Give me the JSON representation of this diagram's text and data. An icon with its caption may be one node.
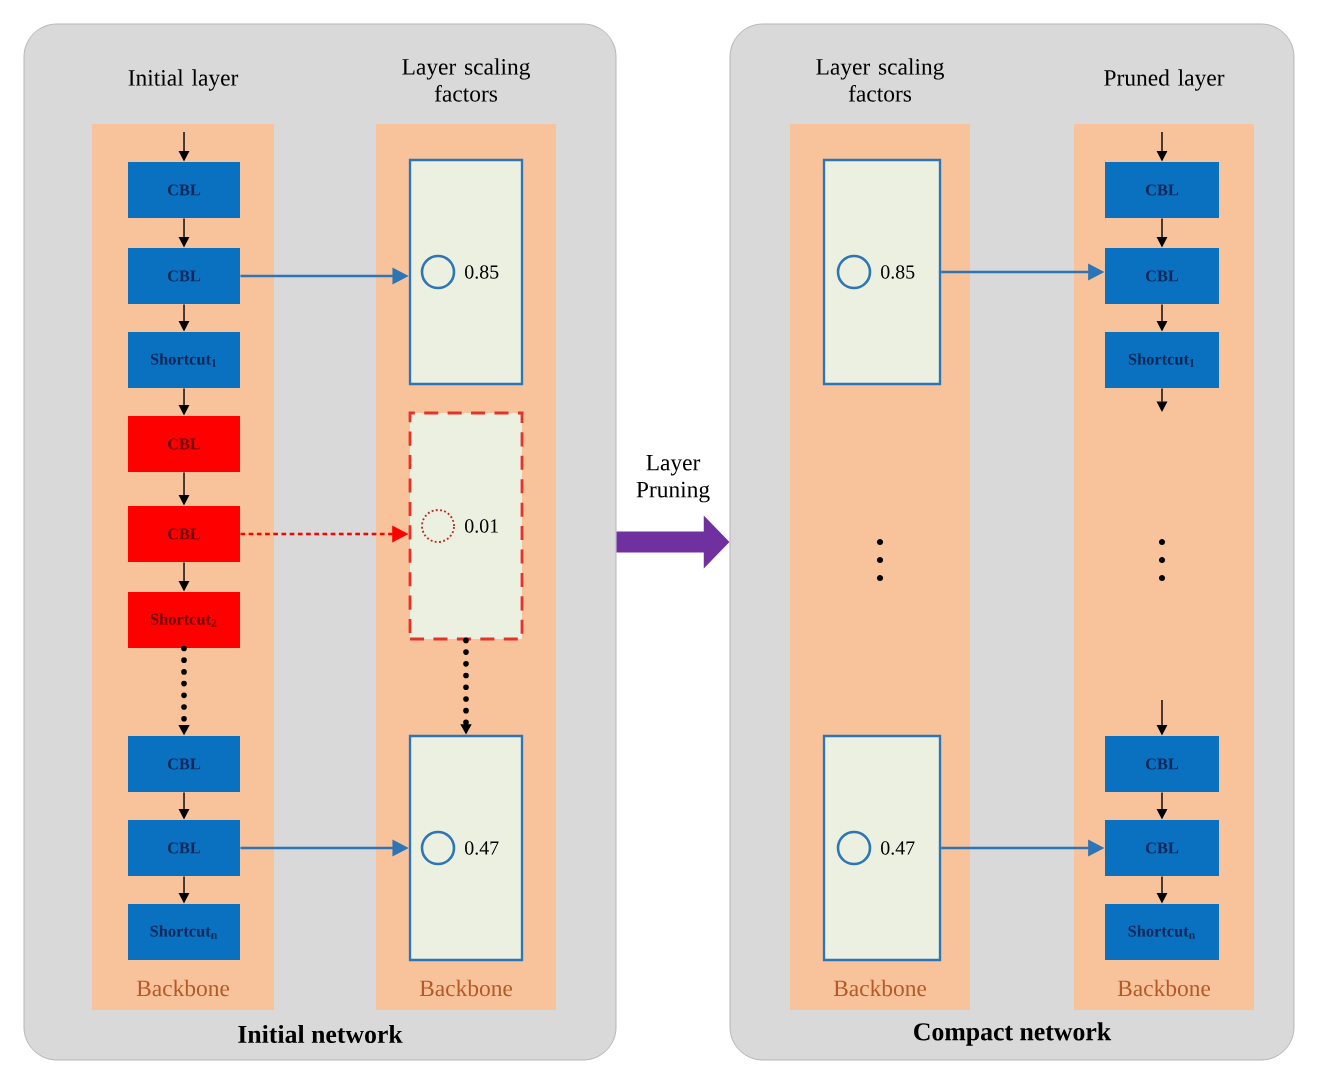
{
  "diagram": {
    "nodes": [
      {
        "text": [
          "Initial network"
        ]
      },
      {
        "text": [
          "Initial layer",
          "Backbone"
        ],
        "in": 0
      },
      {
        "text": [
          "Layer scaling factors",
          "Backbone"
        ],
        "in": 0
      },
      {
        "text": [
          "CBL"
        ],
        "in": 1
      },
      {
        "text": [
          "CBL"
        ],
        "in": 1
      },
      {
        "text": [
          "Shortcut$_{1}$"
        ],
        "in": 1
      },
      {
        "text": [
          "CBL"
        ],
        "in": 1
      },
      {
        "text": [
          "CBL"
        ],
        "in": 1
      },
      {
        "text": [
          "Shortcut$_{2}$"
        ],
        "in": 1
      },
      {
        "text": [
          "CBL"
        ],
        "in": 1
      },
      {
        "text": [
          "CBL"
        ],
        "in": 1
      },
      {
        "text": [
          "Shortcut$_{n}$"
        ],
        "in": 1
      },
      {
        "text": [
          "0.85"
        ],
        "in": 2
      },
      {
        "text": [
          "0.01"
        ],
        "in": 2
      },
      {
        "text": [
          "0.47"
        ],
        "in": 2
      },
      {
        "text": [
          "Compact network"
        ]
      },
      {
        "text": [
          "Layer scaling factors",
          "Backbone"
        ],
        "in": 15
      },
      {
        "text": [
          "Pruned layer",
          "Backbone"
        ],
        "in": 15
      },
      {
        "text": [
          "0.85"
        ],
        "in": 16
      },
      {
        "text": [
          "0.47"
        ],
        "in": 16
      },
      {
        "text": [
          "CBL"
        ],
        "in": 17
      },
      {
        "text": [
          "CBL"
        ],
        "in": 17
      },
      {
        "text": [
          "Shortcut$_{1}$"
        ],
        "in": 17
      },
      {
        "text": [
          "CBL"
        ],
        "in": 17
      },
      {
        "text": [
          "CBL"
        ],
        "in": 17
      },
      {
        "text": [
          "Shortcut$_{n}$"
        ],
        "in": 17
      }
    ],
    "edges": [
      {
        "from": 0,
        "to": 15,
        "arrow": "to",
        "label": "Layer Pruning",
        "style": "thick",
        "color": "#7030a0"
      },
      {
        "from": null,
        "to": 3,
        "arrow": "to"
      },
      {
        "from": 3,
        "to": 4,
        "arrow": "to"
      },
      {
        "from": 4,
        "to": 5,
        "arrow": "to"
      },
      {
        "from": 5,
        "to": 6,
        "arrow": "to"
      },
      {
        "from": 6,
        "to": 7,
        "arrow": "to"
      },
      {
        "from": 7,
        "to": 8,
        "arrow": "to"
      },
      {
        "from": 8,
        "to": 9,
        "arrow": "to",
        "style": "dashed"
      },
      {
        "from": 9,
        "to": 10,
        "arrow": "to"
      },
      {
        "from": 10,
        "to": 11,
        "arrow": "to"
      },
      {
        "from": 4,
        "to": 12,
        "arrow": "to",
        "color": "#2e75b6"
      },
      {
        "from": 7,
        "to": 13,
        "arrow": "to",
        "style": "dashed",
        "color": "#ff0000"
      },
      {
        "from": 10,
        "to": 14,
        "arrow": "to",
        "color": "#2e75b6"
      },
      {
        "from": 13,
        "to": 14,
        "arrow": "to",
        "style": "dashed"
      },
      {
        "from": null,
        "to": 20,
        "arrow": "to"
      },
      {
        "from": 20,
        "to": 21,
        "arrow": "to"
      },
      {
        "from": 21,
        "to": 22,
        "arrow": "to"
      },
      {
        "from": 22,
        "to": null,
        "arrow": "to"
      },
      {
        "from": null,
        "to": 23,
        "arrow": "to"
      },
      {
        "from": 23,
        "to": 24,
        "arrow": "to"
      },
      {
        "from": 24,
        "to": 25,
        "arrow": "to"
      },
      {
        "from": 18,
        "to": 21,
        "arrow": "to",
        "color": "#2e75b6"
      },
      {
        "from": 19,
        "to": 24,
        "arrow": "to",
        "color": "#2e75b6"
      }
    ]
  }
}
